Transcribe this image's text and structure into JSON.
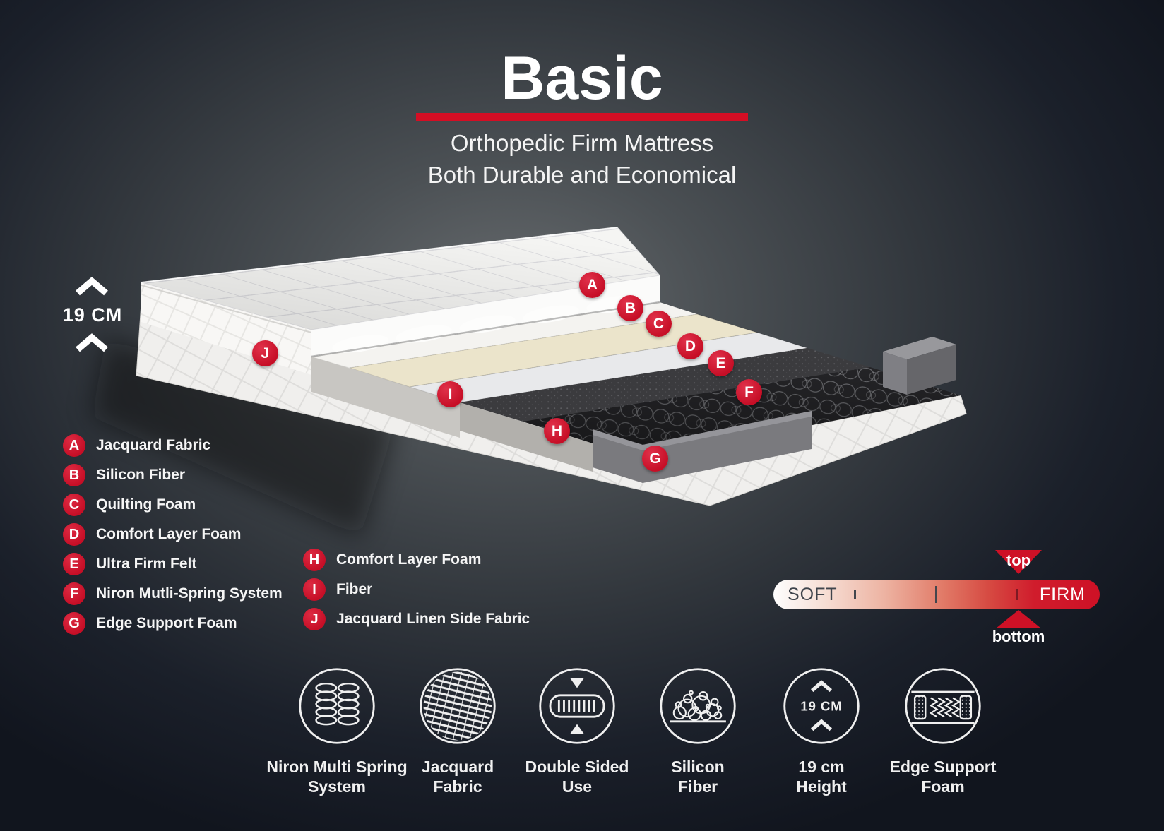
{
  "header": {
    "title": "Basic",
    "subtitle_line1": "Orthopedic Firm Mattress",
    "subtitle_line2": "Both Durable and Economical"
  },
  "height_indicator": {
    "label": "19 CM"
  },
  "diagram_markers": [
    {
      "letter": "A"
    },
    {
      "letter": "B"
    },
    {
      "letter": "C"
    },
    {
      "letter": "D"
    },
    {
      "letter": "E"
    },
    {
      "letter": "F"
    },
    {
      "letter": "G"
    },
    {
      "letter": "H"
    },
    {
      "letter": "I"
    },
    {
      "letter": "J"
    }
  ],
  "legend": {
    "column1": [
      {
        "letter": "A",
        "label": "Jacquard Fabric"
      },
      {
        "letter": "B",
        "label": "Silicon Fiber"
      },
      {
        "letter": "C",
        "label": "Quilting Foam"
      },
      {
        "letter": "D",
        "label": "Comfort Layer Foam"
      },
      {
        "letter": "E",
        "label": "Ultra Firm Felt"
      },
      {
        "letter": "F",
        "label": "Niron Mutli-Spring System"
      },
      {
        "letter": "G",
        "label": "Edge Support Foam"
      }
    ],
    "column2": [
      {
        "letter": "H",
        "label": "Comfort Layer Foam"
      },
      {
        "letter": "I",
        "label": "Fiber"
      },
      {
        "letter": "J",
        "label": "Jacquard Linen Side Fabric"
      }
    ]
  },
  "firmness_scale": {
    "soft_label": "SOFT",
    "firm_label": "FIRM",
    "top_label": "top",
    "bottom_label": "bottom"
  },
  "features": [
    {
      "line1": "Niron Multi Spring",
      "line2": "System",
      "icon": "spring-coils-icon"
    },
    {
      "line1": "Jacquard",
      "line2": "Fabric",
      "icon": "fabric-weave-icon"
    },
    {
      "line1": "Double Sided",
      "line2": "Use",
      "icon": "double-sided-icon"
    },
    {
      "line1": "Silicon",
      "line2": "Fiber",
      "icon": "fiber-cloud-icon"
    },
    {
      "line1": "19 cm",
      "line2": "Height",
      "icon": "height-icon",
      "icon_text": "19 CM"
    },
    {
      "line1": "Edge Support",
      "line2": "Foam",
      "icon": "edge-support-icon"
    }
  ],
  "colors": {
    "accent_red": "#ce1126",
    "background_dark": "#151a22",
    "scale_soft": "#ffffff",
    "scale_firm": "#ce1126"
  }
}
